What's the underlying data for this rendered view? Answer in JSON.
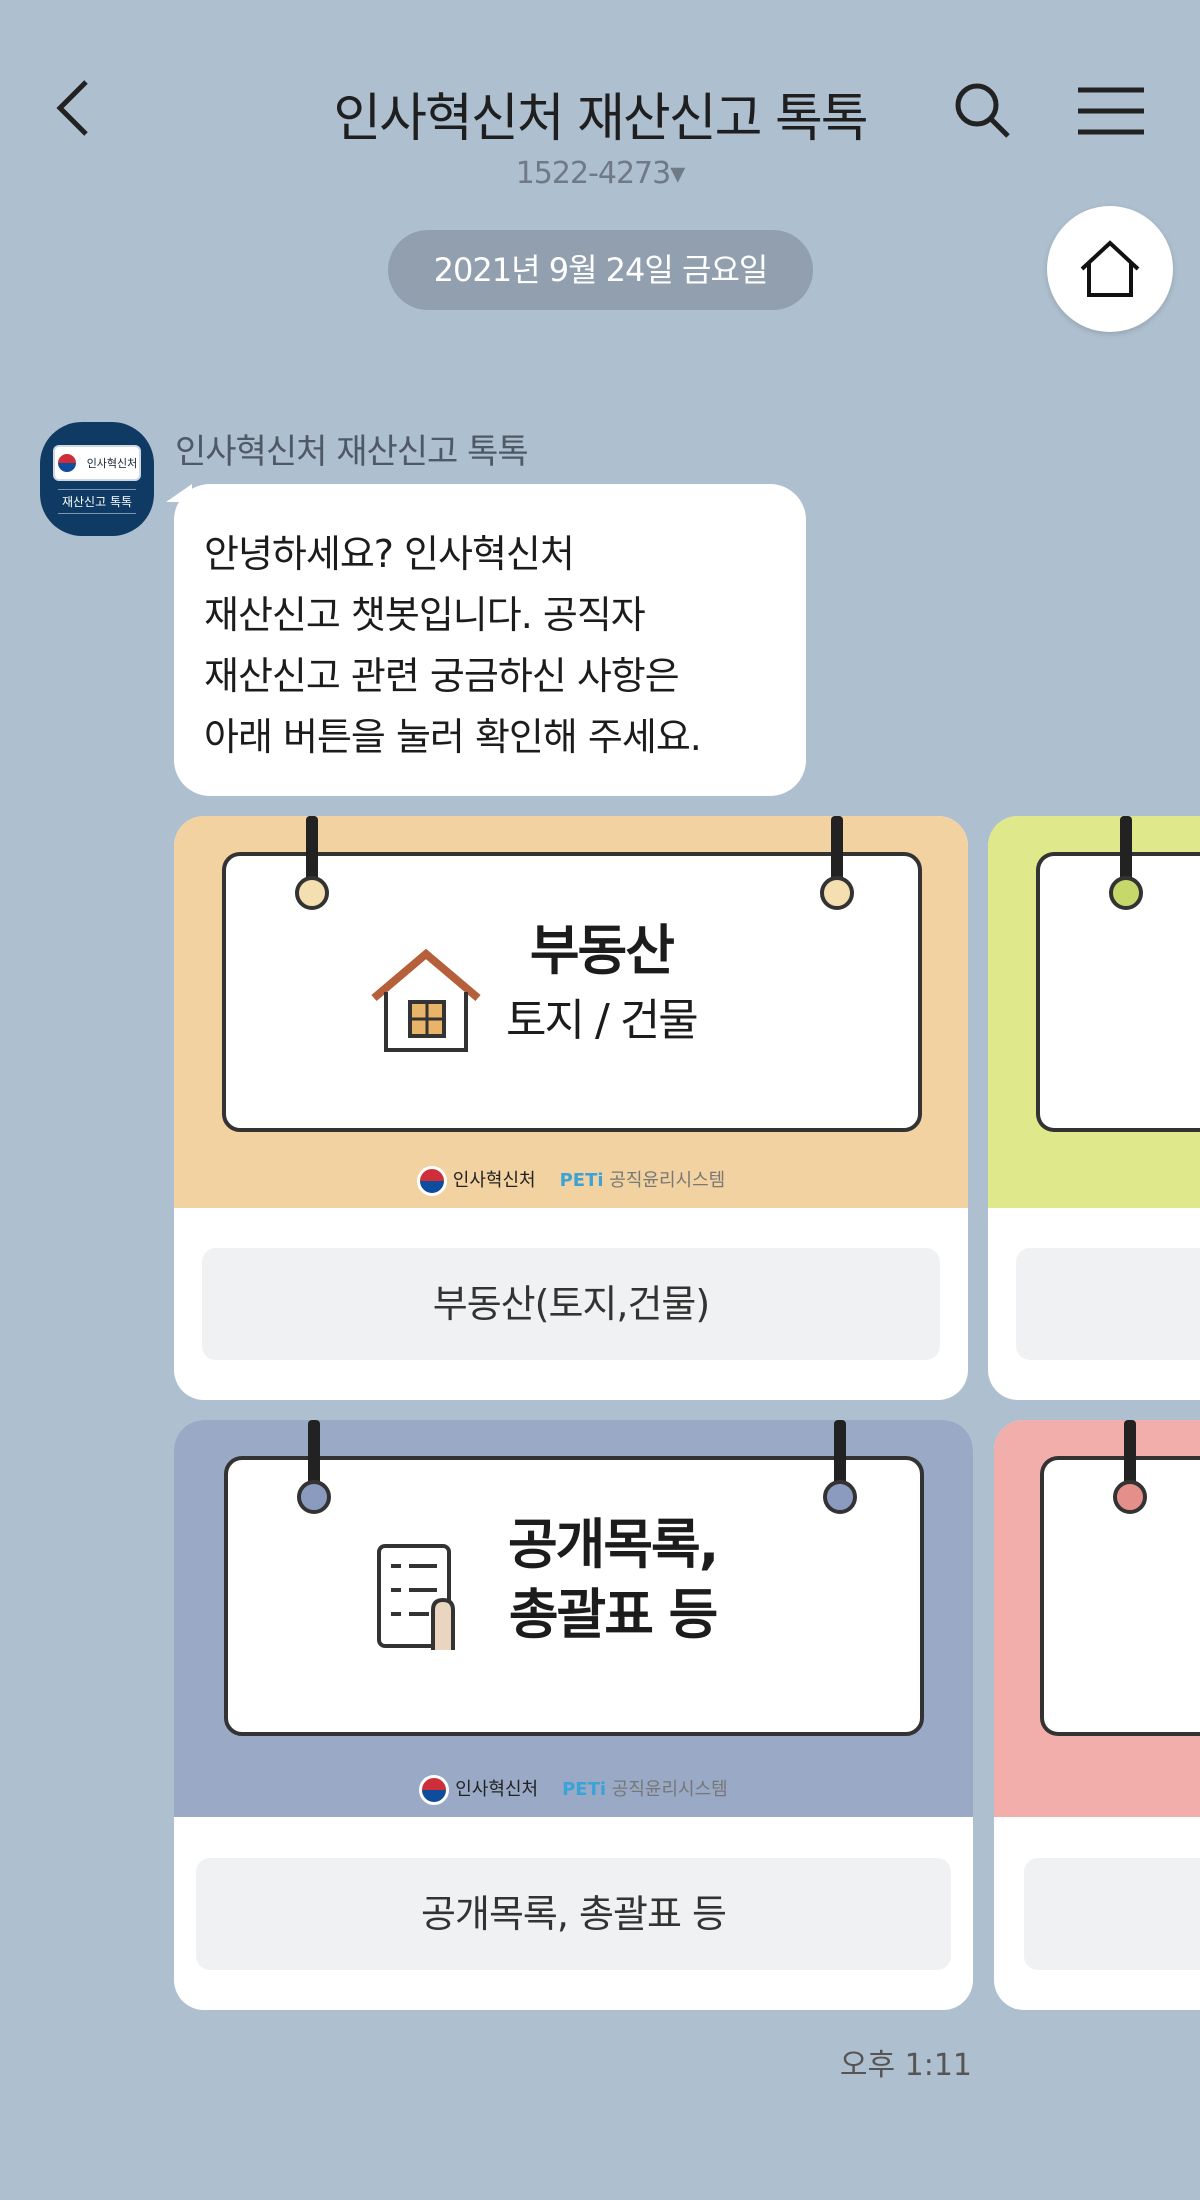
{
  "header": {
    "title": "인사혁신처 재산신고 톡톡",
    "phone": "1522-4273▾"
  },
  "date_divider": "2021년 9월 24일 금요일",
  "message": {
    "sender": "인사혁신처 재산신고 톡톡",
    "avatar_text": {
      "top": "인사혁신처",
      "bottom": "재산신고 톡톡"
    },
    "text": "안녕하세요? 인사혁신처\n재산신고 챗봇입니다. 공직자\n재산신고 관련 궁금하신 사항은\n아래 버튼을 눌러 확인해 주세요.",
    "time": "오후 1:11"
  },
  "cards": [
    {
      "title": "부동산",
      "subtitle": "토지 / 건물",
      "button": "부동산(토지,건물)",
      "bg": "#f2d2a0",
      "icon": "house-icon"
    },
    {
      "title": "공개목록,",
      "subtitle": "총괄표 등",
      "button": "공개목록, 총괄표 등",
      "bg": "#99a9c6",
      "icon": "document-list-icon"
    }
  ],
  "card_footer": {
    "org": "인사혁신처",
    "peti": "PETi",
    "system": "공직윤리시스템"
  },
  "colors": {
    "background": "#aebfcf",
    "peek_green": "#dfe88a",
    "peek_pink": "#f2aeaa"
  }
}
